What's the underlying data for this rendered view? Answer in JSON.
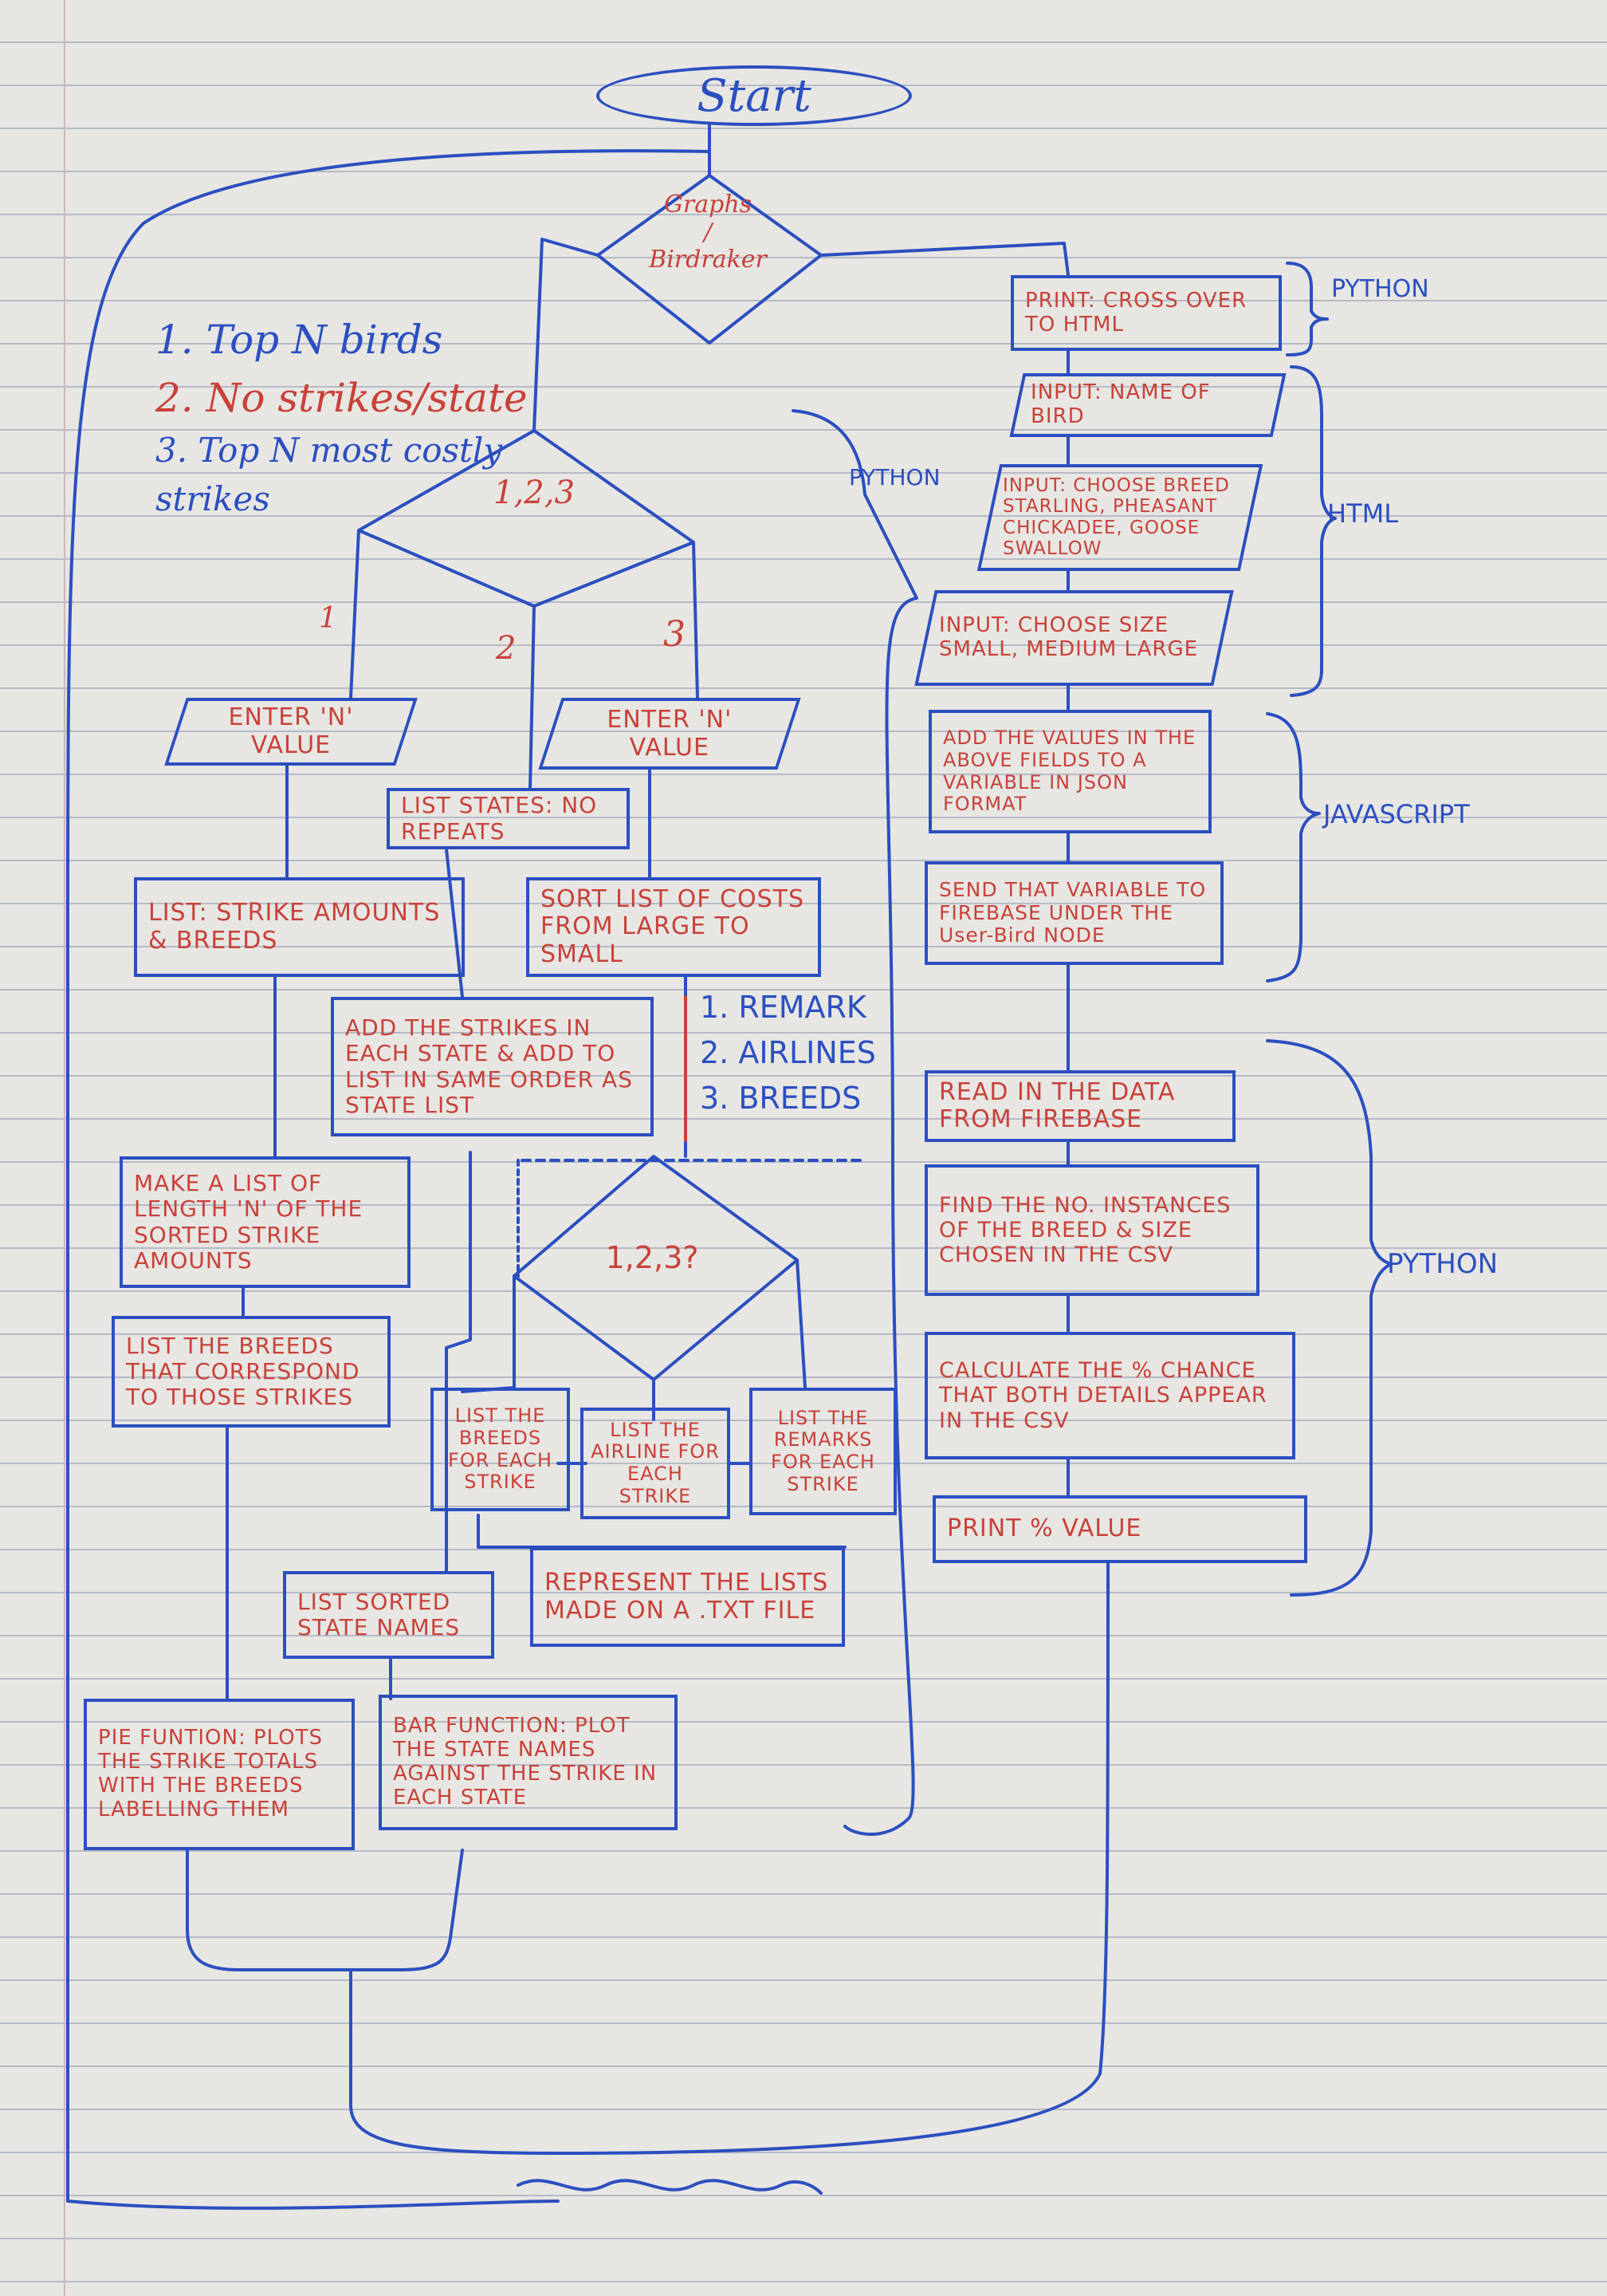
{
  "start": "Start",
  "graphs_birdraker": [
    "Graphs",
    "/",
    "Birdraker"
  ],
  "menu_list": [
    "1. Top N birds",
    "2. No strikes/state",
    "3. Top N most costly strikes"
  ],
  "decision_123": "1,2,3",
  "branch_labels": [
    "1",
    "2",
    "3"
  ],
  "enter_n_1": "ENTER 'N' VALUE",
  "enter_n_3": "ENTER 'N' VALUE",
  "list_states": "LIST STATES: NO REPEATS",
  "list_strike_amounts": "LIST: STRIKE AMOUNTS & BREEDS",
  "sort_costs": "SORT LIST OF COSTS FROM LARGE TO SMALL",
  "add_strikes_state": "ADD THE STRIKES IN EACH STATE & ADD TO LIST IN SAME ORDER AS STATE LIST",
  "remark_options": [
    "1. REMARK",
    "2. AIRLINES",
    "3. BREEDS"
  ],
  "make_list_n": "MAKE A LIST OF LENGTH 'N' OF THE SORTED STRIKE AMOUNTS",
  "decision_123q": "1,2,3?",
  "list_breeds_strikes": "LIST THE BREEDS THAT CORRESPOND TO THOSE STRIKES",
  "list_breeds_each": "LIST THE BREEDS FOR EACH STRIKE",
  "list_airline_each": "LIST THE AIRLINE FOR EACH STRIKE",
  "list_remarks_each": "LIST THE REMARKS FOR EACH STRIKE",
  "represent_lists": "REPRESENT THE LISTS MADE ON A .TXT FILE",
  "list_sorted_states": "LIST SORTED STATE NAMES",
  "pie_function": "PIE FUNTION: PLOTS THE STRIKE TOTALS WITH THE BREEDS LABELLING THEM",
  "bar_function": "BAR FUNCTION: PLOT THE STATE NAMES AGAINST THE STRIKE IN EACH STATE",
  "print_cross_over": "PRINT: CROSS OVER TO HTML",
  "input_name_bird": "INPUT: NAME OF BIRD",
  "input_choose_breed": "INPUT: CHOOSE BREED STARLING, PHEASANT CHICKADEE, GOOSE SWALLOW",
  "input_choose_size": "INPUT: CHOOSE SIZE SMALL, MEDIUM LARGE",
  "add_values_json": "ADD THE VALUES IN THE ABOVE FIELDS TO A VARIABLE IN JSON FORMAT",
  "send_firebase": "SEND THAT VARIABLE TO FIREBASE UNDER THE User-Bird NODE",
  "read_firebase": "READ IN THE DATA FROM FIREBASE",
  "find_instances": "FIND THE NO. INSTANCES OF THE BREED & SIZE CHOSEN IN THE CSV",
  "calculate_chance": "CALCULATE THE % CHANCE THAT BOTH DETAILS APPEAR IN THE CSV",
  "print_value": "PRINT % VALUE",
  "labels": {
    "python_top": "PYTHON",
    "python_middle": "PYTHON",
    "html": "HTML",
    "javascript": "JAVASCRIPT",
    "python_bottom": "PYTHON"
  },
  "colors": {
    "paper": "#e7e6e2",
    "rule": "#b6bac7",
    "ink_blue": "#2b4fc0",
    "ink_red": "#c8413a"
  }
}
